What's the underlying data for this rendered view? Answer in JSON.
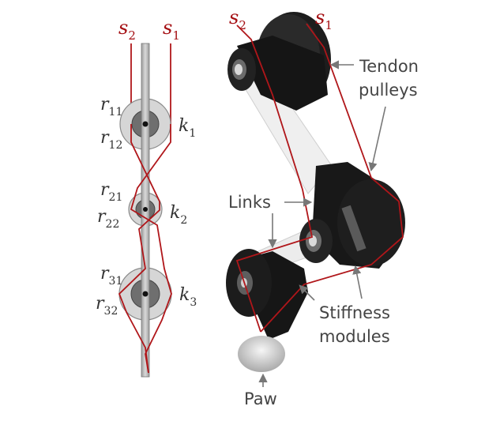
{
  "colors": {
    "tendon": "#b0161a",
    "tendon_label": "#a40e12",
    "pulley": "#d4d4d4",
    "hub": "#6a6a6a",
    "robot_dark": "#1b1b1b",
    "label": "#444444"
  },
  "schematic": {
    "tendon_s2": {
      "base": "s",
      "sub": "2"
    },
    "tendon_s1": {
      "base": "s",
      "sub": "1"
    },
    "joints": [
      {
        "r_upper": {
          "base": "r",
          "sub": "11"
        },
        "r_lower": {
          "base": "r",
          "sub": "12"
        },
        "k": {
          "base": "k",
          "sub": "1"
        }
      },
      {
        "r_upper": {
          "base": "r",
          "sub": "21"
        },
        "r_lower": {
          "base": "r",
          "sub": "22"
        },
        "k": {
          "base": "k",
          "sub": "2"
        }
      },
      {
        "r_upper": {
          "base": "r",
          "sub": "31"
        },
        "r_lower": {
          "base": "r",
          "sub": "32"
        },
        "k": {
          "base": "k",
          "sub": "3"
        }
      }
    ]
  },
  "render": {
    "tendon_s2": {
      "base": "s",
      "sub": "2"
    },
    "tendon_s1": {
      "base": "s",
      "sub": "1"
    },
    "callouts": {
      "tendon_pulleys": [
        "Tendon",
        "pulleys"
      ],
      "links": "Links",
      "stiffness_modules": [
        "Stiffness",
        "modules"
      ],
      "paw": "Paw"
    }
  }
}
